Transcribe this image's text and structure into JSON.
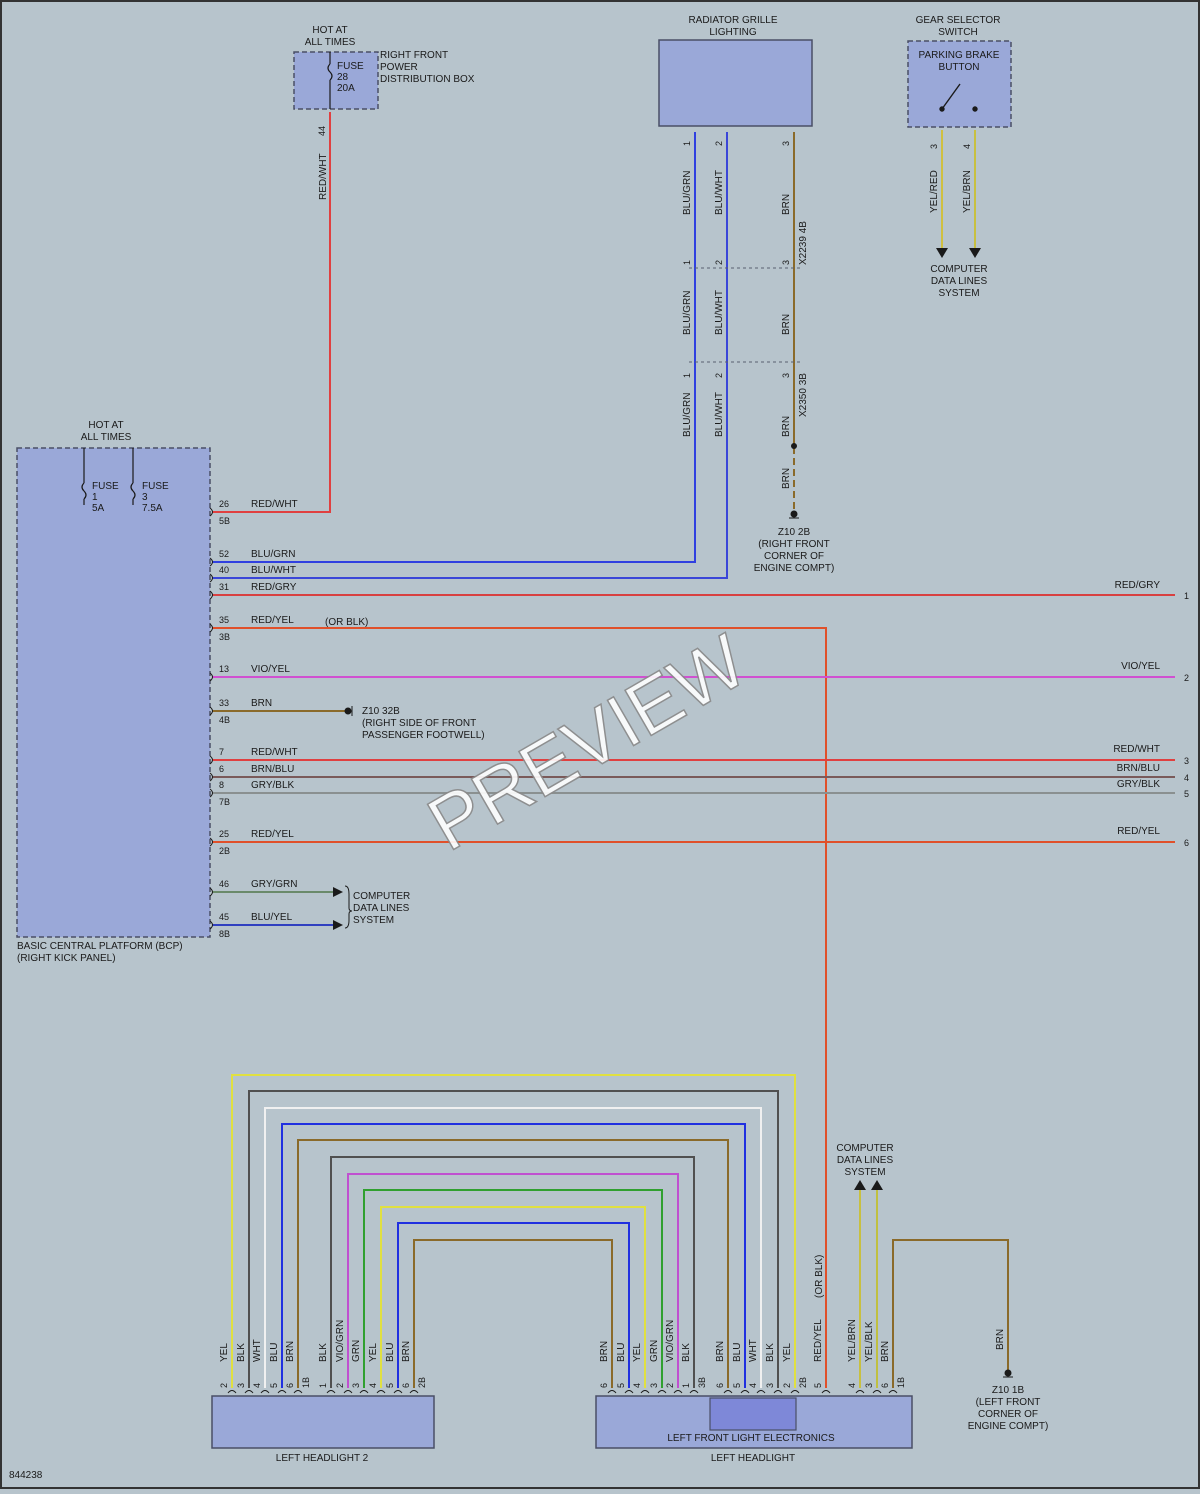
{
  "colors": {
    "background": "#b7c4cc",
    "component_fill": "#9aa8d8",
    "RED/WHT": "#e04040",
    "RED/GRY": "#d84040",
    "RED/YEL": "#e0502a",
    "VIO/YEL": "#d050d0",
    "BRN": "#8a6a2a",
    "BRN/BLU": "#7a5a5a",
    "GRY/BLK": "#8a9090",
    "GRY/GRN": "#6a8a6a",
    "BLU/GRN": "#3040e0",
    "BLU/WHT": "#3a46d8",
    "BLU/YEL": "#3040c0",
    "YEL": "#e0e040",
    "BLK": "#505050",
    "WHT": "#f0f0f0",
    "BLU": "#2030e0",
    "GRN": "#30a030",
    "VIO/GRN": "#c050d0",
    "YEL/RED": "#d0c040",
    "YEL/BRN": "#c8c040",
    "YEL/BLK": "#c0c040"
  },
  "labels": {
    "hot_at_all_times_1": "HOT AT\nALL TIMES",
    "rf_pdb_fuse": "FUSE\n28\n20A",
    "rf_pdb_name": "RIGHT FRONT\nPOWER\nDISTRIBUTION BOX",
    "rf_pdb_pin": "44",
    "rf_pdb_wire": "RED/WHT",
    "grille_title": "RADIATOR GRILLE\nLIGHTING",
    "gear_title": "GEAR SELECTOR\nSWITCH",
    "gear_inner": "PARKING BRAKE\nBUTTON",
    "gear_pin_3": "3",
    "gear_pin_4": "4",
    "gear_wire_3": "YEL/RED",
    "gear_wire_4": "YEL/BRN",
    "cdl_top": "COMPUTER\nDATA LINES\nSYSTEM",
    "grille_pins": [
      "1",
      "2",
      "3"
    ],
    "grille_wires_1": [
      "BLU/GRN",
      "BLU/WHT",
      "BRN"
    ],
    "x2239": "X2239 4B",
    "grille_wires_2": [
      "BLU/GRN",
      "BLU/WHT",
      "BRN"
    ],
    "x2350": "X2350 3B",
    "grille_wires_3": [
      "BLU/GRN",
      "BLU/WHT",
      "BRN"
    ],
    "ground_wire": "BRN",
    "z10_2b": "Z10 2B\n(RIGHT FRONT\nCORNER OF\nENGINE COMPT)",
    "hot_at_all_times_2": "HOT AT\nALL TIMES",
    "bcp_fuse1": "FUSE\n1\n5A",
    "bcp_fuse3": "FUSE\n3\n7.5A",
    "bcp_name": "BASIC CENTRAL PLATFORM (BCP)\n(RIGHT KICK PANEL)",
    "or_blk": "(OR BLK)",
    "z10_32b": "Z10 32B\n(RIGHT SIDE OF FRONT\nPASSENGER FOOTWELL)",
    "cdl_bcp": "COMPUTER\nDATA LINES\nSYSTEM",
    "cdl_bottom": "COMPUTER\nDATA LINES\nSYSTEM",
    "z10_1b": "Z10 1B\n(LEFT FRONT\nCORNER OF\nENGINE COMPT)",
    "z10_1b_wire": "BRN",
    "headlight2": "LEFT HEADLIGHT 2",
    "headlight": "LEFT HEADLIGHT",
    "lfle": "LEFT FRONT LIGHT ELECTRONICS",
    "diagram_number": "844238",
    "watermark": "PREVIEW",
    "lh_or_blk": "(OR BLK)"
  },
  "bcp_pins": [
    {
      "pin": "26",
      "wire": "RED/WHT",
      "conn": "5B"
    },
    {
      "pin": "52",
      "wire": "BLU/GRN",
      "conn": ""
    },
    {
      "pin": "40",
      "wire": "BLU/WHT",
      "conn": ""
    },
    {
      "pin": "31",
      "wire": "RED/GRY",
      "conn": ""
    },
    {
      "pin": "35",
      "wire": "RED/YEL",
      "conn": "3B"
    },
    {
      "pin": "13",
      "wire": "VIO/YEL",
      "conn": ""
    },
    {
      "pin": "33",
      "wire": "BRN",
      "conn": "4B"
    },
    {
      "pin": "7",
      "wire": "RED/WHT",
      "conn": ""
    },
    {
      "pin": "6",
      "wire": "BRN/BLU",
      "conn": ""
    },
    {
      "pin": "8",
      "wire": "GRY/BLK",
      "conn": "7B"
    },
    {
      "pin": "25",
      "wire": "RED/YEL",
      "conn": "2B"
    },
    {
      "pin": "46",
      "wire": "GRY/GRN",
      "conn": ""
    },
    {
      "pin": "45",
      "wire": "BLU/YEL",
      "conn": "8B"
    }
  ],
  "offpage": [
    {
      "wire": "RED/GRY",
      "num": "1"
    },
    {
      "wire": "VIO/YEL",
      "num": "2"
    },
    {
      "wire": "RED/WHT",
      "num": "3"
    },
    {
      "wire": "BRN/BLU",
      "num": "4"
    },
    {
      "wire": "GRY/BLK",
      "num": "5"
    },
    {
      "wire": "RED/YEL",
      "num": "6"
    }
  ],
  "headlight2_pins": [
    {
      "pin": "2",
      "wire": "YEL"
    },
    {
      "pin": "3",
      "wire": "BLK"
    },
    {
      "pin": "4",
      "wire": "WHT"
    },
    {
      "pin": "5",
      "wire": "BLU"
    },
    {
      "pin": "6",
      "wire": "BRN"
    },
    {
      "pin": "1B",
      "wire": ""
    },
    {
      "pin": "1",
      "wire": "BLK"
    },
    {
      "pin": "2",
      "wire": "VIO/GRN"
    },
    {
      "pin": "3",
      "wire": "GRN"
    },
    {
      "pin": "4",
      "wire": "YEL"
    },
    {
      "pin": "5",
      "wire": "BLU"
    },
    {
      "pin": "6",
      "wire": "BRN"
    },
    {
      "pin": "2B",
      "wire": ""
    }
  ],
  "headlight_pins": [
    {
      "pin": "6",
      "wire": "BRN"
    },
    {
      "pin": "5",
      "wire": "BLU"
    },
    {
      "pin": "4",
      "wire": "YEL"
    },
    {
      "pin": "3",
      "wire": "GRN"
    },
    {
      "pin": "2",
      "wire": "VIO/GRN"
    },
    {
      "pin": "1",
      "wire": "BLK"
    },
    {
      "pin": "3B",
      "wire": ""
    },
    {
      "pin": "6",
      "wire": "BRN"
    },
    {
      "pin": "5",
      "wire": "BLU"
    },
    {
      "pin": "4",
      "wire": "WHT"
    },
    {
      "pin": "3",
      "wire": "BLK"
    },
    {
      "pin": "2",
      "wire": "YEL"
    },
    {
      "pin": "2B",
      "wire": ""
    },
    {
      "pin": "5",
      "wire": "RED/YEL"
    },
    {
      "pin": "4",
      "wire": "YEL/BRN"
    },
    {
      "pin": "3",
      "wire": "YEL/BLK"
    },
    {
      "pin": "6",
      "wire": "BRN"
    },
    {
      "pin": "1B",
      "wire": ""
    }
  ]
}
